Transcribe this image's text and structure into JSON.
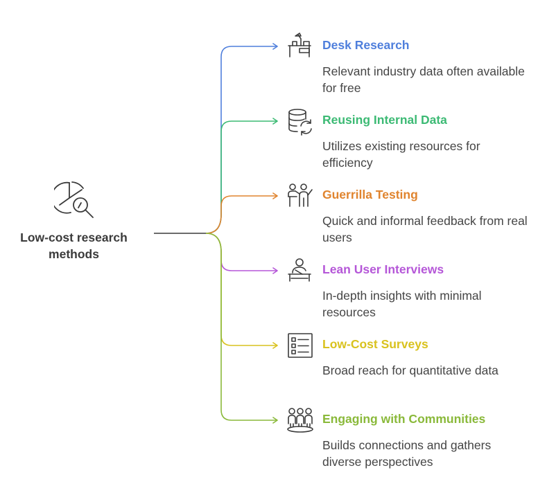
{
  "root": {
    "label": "Low-cost research methods",
    "icon": "pie-chart-magnifier-icon"
  },
  "colors": {
    "stem": "#3a3a3a",
    "desk": "#4f7fdc",
    "internal": "#3cba74",
    "guerrilla": "#e0842e",
    "interviews": "#b557d8",
    "surveys": "#d9c21e",
    "communities": "#8ab93a"
  },
  "branches": [
    {
      "title": "Desk Research",
      "description": "Relevant industry data often available for free",
      "icon": "desk-lamp-icon",
      "color": "#4f7fdc"
    },
    {
      "title": "Reusing Internal Data",
      "description": "Utilizes existing resources for efficiency",
      "icon": "database-refresh-icon",
      "color": "#3cba74"
    },
    {
      "title": "Guerrilla Testing",
      "description": "Quick and informal feedback from real users",
      "icon": "presenter-audience-icon",
      "color": "#e0842e"
    },
    {
      "title": "Lean User Interviews",
      "description": "In-depth insights with minimal resources",
      "icon": "person-at-desk-icon",
      "color": "#b557d8"
    },
    {
      "title": "Low-Cost Surveys",
      "description": "Broad reach for quantitative data",
      "icon": "survey-checklist-icon",
      "color": "#d9c21e"
    },
    {
      "title": "Engaging with Communities",
      "description": "Builds connections and gathers diverse perspectives",
      "icon": "community-group-icon",
      "color": "#8ab93a"
    }
  ]
}
